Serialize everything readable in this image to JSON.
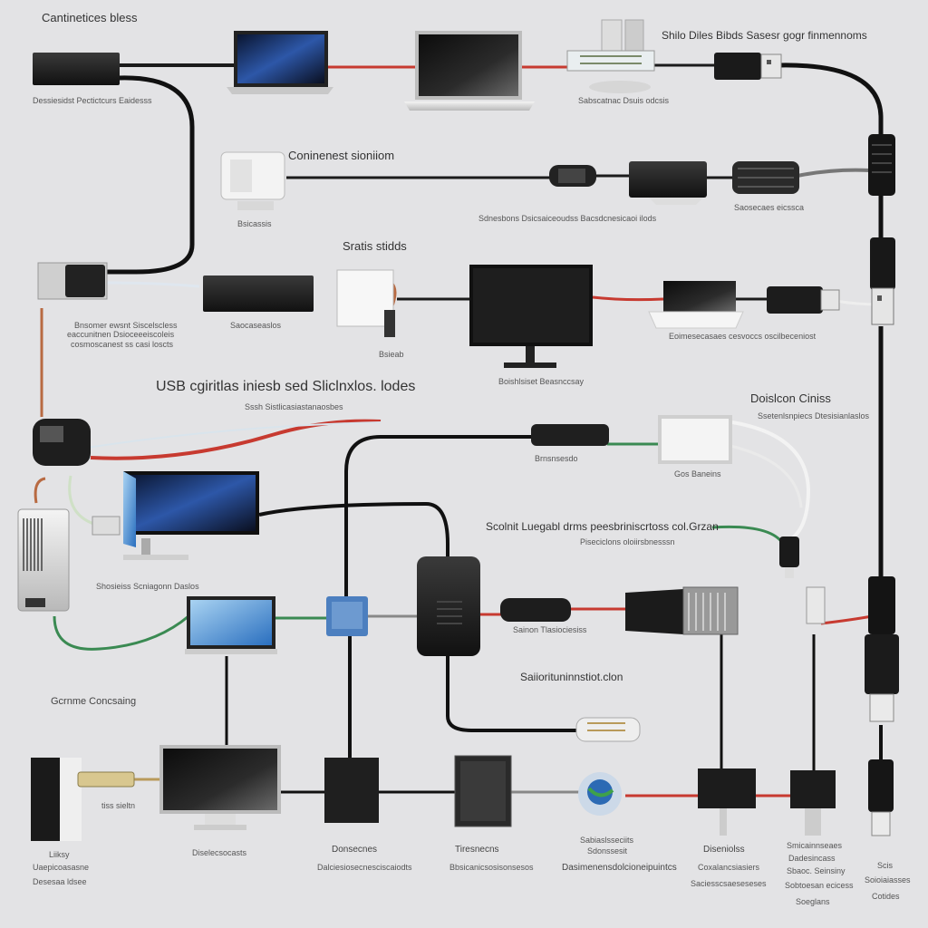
{
  "labels": {
    "top_left_title": "Cantinetices bless",
    "top_left_sub": "Dessiesidst Pectictcurs Eaidesss",
    "top_right_title": "Shilo Diles Bibds Sasesr gogr finmennoms",
    "top_mid_sub": "Sabscatnac Dsuis odcsis",
    "row2_title": "Coninenest sioniiom",
    "row2_sub_left": "Bsicassis",
    "row2_sub_mid": "Sdnesbons Dsicsaiceoudss Bacsdcnesicaoi ilods",
    "row2_sub_right": "Saosecaes eicssca",
    "row3_title": "Sratis stidds",
    "row3_left_a": "Bnsomer ewsnt Siscelscless",
    "row3_left_b": "eaccunitnen Dsioceeeiscoleis",
    "row3_left_c": "cosmoscanest ss casi loscts",
    "row3_sub_box": "Saocaseaslos",
    "row3_plug": "Bsieab",
    "row3_monitor": "Boishlsiset Beasnccsay",
    "row3_right": "Eoimesecasaes cesvoccs oscilbeceniost",
    "usb_title": "USB cgiritlas iniesb sed Sliclnxlos. lodes",
    "usb_sub": "Sssh Sistlicasiastanaosbes",
    "right_title": "Doislcon Ciniss",
    "right_sub": "Ssetenlsnpiecs Dtesisianlaslos",
    "adapter_small": "Brnsnsesdo",
    "screen_label": "Gos Baneins",
    "mid_long": "Scolnit Luegabl drms peesbriniscrtoss col.Grzan",
    "mid_long_sub": "Piseciclons oloiirsbnesssn",
    "left_monitor_sub": "Shosieiss Scniagonn Daslos",
    "mid_plug_sub": "Sainon Tlasiociesiss",
    "bottom_center": "Saiiorituninnstiot.clon",
    "game_label": "Gcrnme Concsaing",
    "b_tower_a": "Liiksy",
    "b_tower_b": "Uaepicoasasne",
    "b_tower_c": "Desesaa ldsee",
    "b_usb_stick": "tiss sieltn",
    "b_monitor": "Diselecsocasts",
    "b_box": "Donsecnes",
    "b_box_sub": "Dalciesiosecnesciscaiodts",
    "b_tablet": "Tiresnecns",
    "b_tablet_sub": "Bbsicanicsosisonsesos",
    "b_globe_a": "Sabiaslsseciits",
    "b_globe_b": "Sdonssesit",
    "b_footer": "Dasimenensdolcioneipuintcs",
    "b_r1_a": "Diseniolss",
    "b_r1_b": "Coxalancsiasiers",
    "b_r1_c": "Saciesscsaeseseses",
    "b_r2_a": "Smicainnseaes",
    "b_r2_b": "Dadesincass",
    "b_r2_c": "Sbaoc. Seinsiny",
    "b_r2_d": "Sobtoesan ecicess",
    "b_r2_e": "Soeglans",
    "b_r3_a": "Scis",
    "b_r3_b": "Soioiaiasses",
    "b_r3_c": "Cotides"
  },
  "colors": {
    "background": "#e3e3e5",
    "cable_black": "#1b1b1b",
    "cable_red": "#c73a30",
    "cable_green": "#3a8a52",
    "cable_white": "#f2f2f2",
    "cable_copper": "#b86a42",
    "device_dark": "#222222",
    "screen_blue": "#2b67b6"
  }
}
